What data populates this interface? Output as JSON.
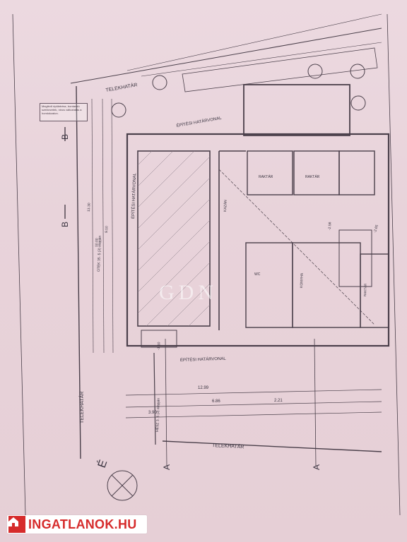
{
  "plan": {
    "telekhatar": "TELEKHATÁR",
    "epitesi_hatarvonal": "ÉPÍTÉSI HATÁRVONAL",
    "otek": "OTÉK 35. § (3) alapján",
    "rooms": {
      "raktar": "RAKTÁR",
      "kazan": "KAZÁN",
      "konyha": "KONYHA",
      "wc": "WC",
      "raktar_small": "RAKTÁR"
    },
    "dims": {
      "d1": "12.99",
      "d2": "6.86",
      "d3": "2.21",
      "d4": "3.90",
      "d5": "10.00",
      "d6": "9.10",
      "d7": "13.30",
      "d8": "-2.65",
      "d9": "-1.10",
      "d10": "-2.56"
    },
    "marks": {
      "b": "B",
      "a": "A",
      "e": "É",
      "mark_a2": "A",
      "mark_b2": "B"
    },
    "hesz": "HÉSZ 3. § (3) alapján",
    "note_text": "Meglévő épületrész, bontandó szerkezetek, nincs változtatás a homlokzaton."
  },
  "watermark": "GDN",
  "brand": {
    "name": "INGATLANOK.HU"
  }
}
